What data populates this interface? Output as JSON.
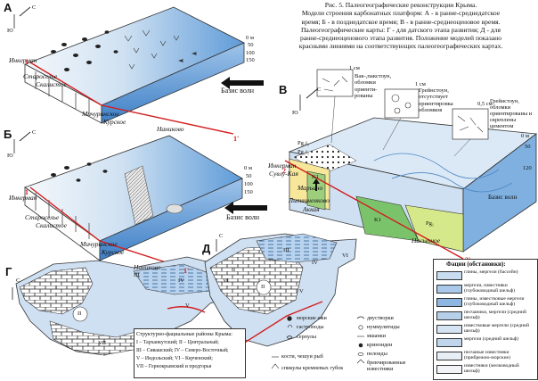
{
  "caption": {
    "title": "Рис. 5. Палеогеографические реконструкции Крыма.",
    "line2": "Модели строения карбонатных платформ: А - в ранне-среднедатское",
    "line3": "время; Б - в позднедатское время; В - в ранне-среднеоценовое время.",
    "line4": "Палеогеографические карты: Г - для датского этапа развития; Д - для",
    "line5": "ранне-среднеоценового этапа развития. Положение моделей показано",
    "line6": "красными линиями на соответствующих палеогеографических картах."
  },
  "panels": {
    "A": {
      "label": "А",
      "compass": "С",
      "compass_w": "Ю",
      "depth_0": "0 м",
      "depth_50": "50",
      "depth_100": "100",
      "depth_150": "150",
      "base_label": "Базис волн",
      "places": {
        "inkerman": "Инкерман",
        "staroselye": "Староселье",
        "skalistoe": "Скалистое",
        "michurinskoe": "Мичуринское",
        "kurskoe": "Курское",
        "nanikovo": "Наниково"
      },
      "markers": {
        "m1": "1",
        "m1p": "1'"
      }
    },
    "B": {
      "label": "Б",
      "compass": "С",
      "compass_w": "Ю",
      "depth_0": "0 м",
      "depth_50": "50",
      "depth_100": "100",
      "depth_150": "150",
      "base_label": "Базис волн",
      "places": {
        "inkerman": "Инкерман",
        "staroselye": "Староселье",
        "skalistoe": "Скалистое",
        "michurinskoe": "Мичуринское",
        "kurskoe": "Курское",
        "nanikovo": "Наниково"
      },
      "markers": {
        "m1": "1",
        "m1p": "1'"
      }
    },
    "V": {
      "label": "В",
      "compass": "С",
      "compass_w": "Ю",
      "depth_0": "0 м",
      "depth_50": "50",
      "depth_120": "120",
      "base_label": "Базис волн",
      "pg_a": "Pg₂i₂",
      "pg_b": "Pg₂i₁",
      "k1": "K1",
      "k1b": "K1",
      "pg1": "Pg₁",
      "callouts": {
        "c1": "Вак-,пакстоун, обломки ориенти-рованы",
        "c2": "Грейнстоун, отсутствует ориентировка обломков",
        "c3": "Грейнстоун, обломки ориентированы и скреплены цементом"
      },
      "scale_1": "1 см",
      "scale_2": "1 см",
      "scale_3": "0,5 см",
      "places": {
        "inkerman": "Инкерман",
        "suvlu": "Сувлу-Кая",
        "maryino": "Марьино",
        "litvinenkovo": "Литвиненково",
        "akkaya": "Аккая",
        "nasypnoe": "Насыпное"
      },
      "markers": {
        "m2": "2",
        "m2p": "2'"
      }
    },
    "G": {
      "label": "Г",
      "compass": "С",
      "regions": [
        "I",
        "II",
        "III",
        "IV",
        "V",
        "VI",
        "VII"
      ],
      "legend_title": "Структурно-фациальные районы Крыма:",
      "legend_lines": [
        "I – Тарханкутский; II – Центральный;",
        "III – Сивашский; IV – Северо-Восточный;",
        "V – Индольский; VI – Керченский;",
        "VII – Горнокрымский и предгорья"
      ]
    },
    "D": {
      "label": "Д",
      "compass": "С",
      "regions": [
        "I",
        "II",
        "III",
        "IV",
        "V",
        "VI"
      ]
    }
  },
  "legend_fossils": {
    "items": [
      "морские ежи",
      "гастроподы",
      "серпулы",
      "двустворки",
      "нуммулитиды",
      "мшанки",
      "криноидеи",
      "пелоиды",
      "брекчированные известняки",
      "кости, чешуи рыб",
      "спикулы кремневых губок"
    ]
  },
  "legend_facies": {
    "title": "Фации (обстановки):",
    "items": [
      {
        "label": "глины, мергели (бассейн)",
        "color": "#c9ddf0"
      },
      {
        "label": "мергели, известняки (глубоководный шельф)",
        "color": "#a9c8ea"
      },
      {
        "label": "глины, известковые мергели (глубоководный шельф)",
        "color": "#8db6e0"
      },
      {
        "label": "песчаники, мергели (средний шельф)",
        "color": "#b7d0ea"
      },
      {
        "label": "известковые мергели (средний шельф)",
        "color": "#d5e4f3"
      },
      {
        "label": "мергели (средний шельф)",
        "color": "#c0d6ec"
      },
      {
        "label": "песчаные известняки (прибрежно-морские)",
        "color": "#e8eef5"
      },
      {
        "label": "известняки (мелководный шельф)",
        "color": "#f2f4f7"
      }
    ]
  },
  "colors": {
    "sea_light": "#d9e9f6",
    "sea_dark": "#4f8fd0",
    "red_line": "#d21f1f",
    "karst": "#ffffff"
  }
}
